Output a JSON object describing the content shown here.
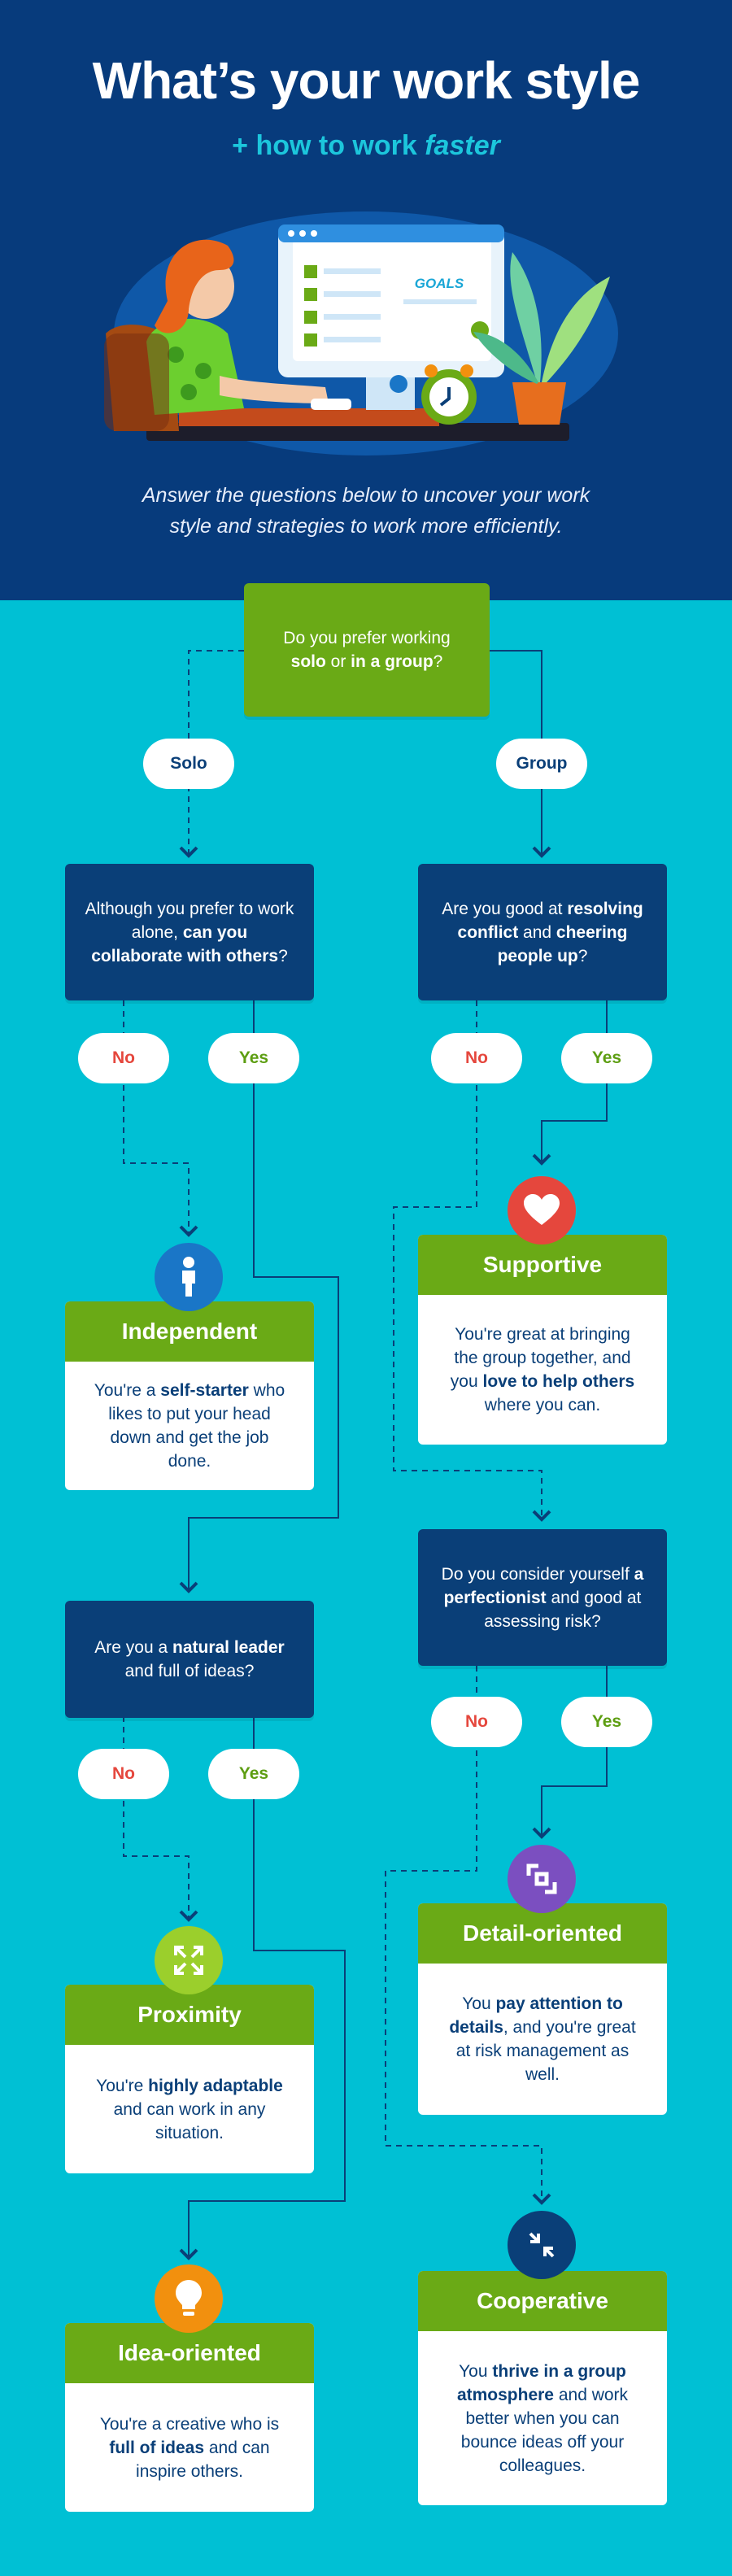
{
  "header": {
    "title": "What’s your work style",
    "subtitle_prefix": "+ how to work ",
    "subtitle_emphasis": "faster",
    "intro": "Answer the questions below to uncover your work style and strategies to work more efficiently.",
    "hero_label": "GOALS"
  },
  "questions": {
    "q1": {
      "pre": "Do you prefer working ",
      "b1": "solo",
      "mid": " or ",
      "b2": "in a group",
      "post": "?"
    },
    "q2": {
      "pre": "Although you prefer to work alone, ",
      "b1": "can you collaborate with others",
      "post": "?"
    },
    "q3": {
      "pre": "Are you good at ",
      "b1": "resolving conflict",
      "mid": " and ",
      "b2": "cheering people up",
      "post": "?"
    },
    "q4": {
      "pre": "Do you consider yourself ",
      "b1": "a perfectionist",
      "post": " and good at assessing risk?"
    },
    "q5": {
      "pre": "Are you a ",
      "b1": "natural leader",
      "post": " and full of ideas?"
    }
  },
  "pills": {
    "solo": "Solo",
    "group": "Group",
    "no": "No",
    "yes": "Yes"
  },
  "results": {
    "independent": {
      "title": "Independent",
      "pre": "You're a ",
      "b1": "self-starter",
      "post": " who likes to put your head down and get the job done."
    },
    "supportive": {
      "title": "Supportive",
      "pre": "You're great at bringing the group together, and you ",
      "b1": "love to help others",
      "post": " where you can."
    },
    "detail": {
      "title": "Detail-oriented",
      "pre": "You ",
      "b1": "pay attention to details",
      "post": ", and you're great at risk management as well."
    },
    "proximity": {
      "title": "Proximity",
      "pre": "You're ",
      "b1": "highly adaptable",
      "post": " and can work in any situation."
    },
    "idea": {
      "title": "Idea-oriented",
      "pre": "You're a creative who is ",
      "b1": "full of ideas",
      "post": " and can inspire others."
    },
    "cooperative": {
      "title": "Cooperative",
      "pre": "You ",
      "b1": "thrive in a group atmosphere",
      "post": " and work better when you can bounce ideas off your colleagues."
    }
  },
  "colors": {
    "header_bg": "#073b7c",
    "page_bg": "#00c0d4",
    "question_green": "#6aaa16",
    "question_navy": "#0a3f78",
    "no_red": "#e5473d",
    "yes_green": "#5d9e12",
    "badge_blue": "#1a76c7",
    "badge_red": "#e5473d",
    "badge_purple": "#7b4fc0",
    "badge_lime": "#9bcf2c",
    "badge_orange": "#f2900e",
    "badge_navy": "#0a3f78"
  },
  "icons": {
    "independent": "person-icon",
    "supportive": "heart-icon",
    "detail": "focus-icon",
    "proximity": "expand-arrows-icon",
    "idea": "lightbulb-icon",
    "cooperative": "collapse-arrows-icon"
  }
}
